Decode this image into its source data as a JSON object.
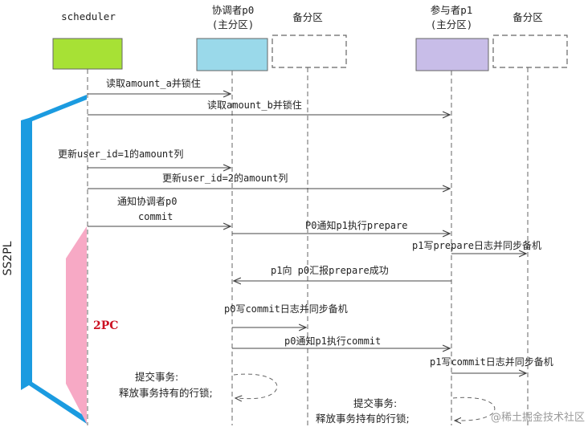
{
  "participants": {
    "scheduler": {
      "label": "scheduler",
      "color": "#a7e135"
    },
    "coordinator": {
      "label_line1": "协调者p0",
      "label_line2": "(主分区)",
      "color": "#9ad9ea"
    },
    "coordinator_backup": {
      "label": "备分区"
    },
    "participant": {
      "label_line1": "参与者p1",
      "label_line2": "(主分区)",
      "color": "#c8bde8"
    },
    "participant_backup": {
      "label": "备分区"
    }
  },
  "phases": {
    "ss2pl": {
      "label": "SS2PL",
      "color": "#1b9be0"
    },
    "twopc": {
      "label": "2PC",
      "color": "#f7a9c5",
      "label_color": "#cc1122"
    }
  },
  "messages": [
    {
      "text": "读取amount_a并锁住"
    },
    {
      "text": "读取amount_b并锁住"
    },
    {
      "text": "更新user_id=1的amount列"
    },
    {
      "text": "更新user_id=2的amount列"
    },
    {
      "text_line1": "通知协调者p0",
      "text_line2": "commit"
    },
    {
      "text": "P0通知p1执行prepare"
    },
    {
      "text": "p1写prepare日志并同步备机"
    },
    {
      "text": "p1向 p0汇报prepare成功"
    },
    {
      "text": "p0写commit日志并同步备机"
    },
    {
      "text": "p0通知p1执行commit"
    },
    {
      "text": "p1写commit日志并同步备机"
    }
  ],
  "self_actions": {
    "coordinator": {
      "line1": "提交事务:",
      "line2": "释放事务持有的行锁;"
    },
    "participant": {
      "line1": "提交事务:",
      "line2": "释放事务持有的行锁;"
    }
  },
  "watermark": "@稀土掘金技术社区"
}
